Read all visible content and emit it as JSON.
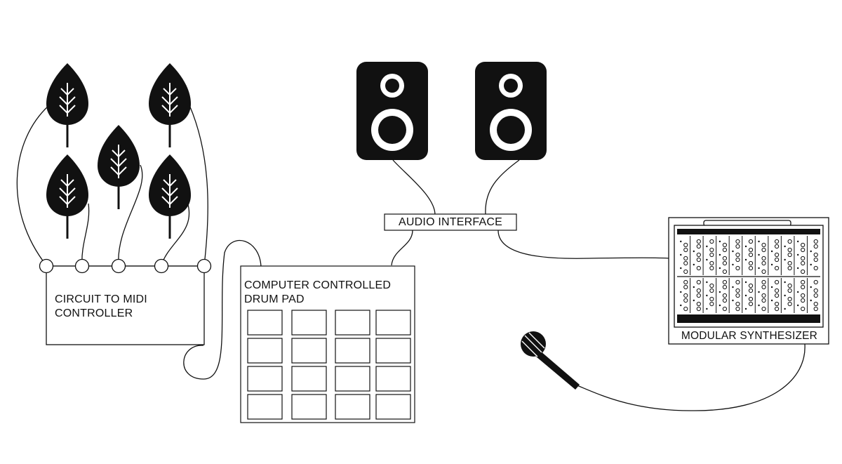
{
  "diagram": {
    "labels": {
      "circuit_to_midi": "CIRCUIT TO MIDI\nCONTROLLER",
      "drum_pad": "COMPUTER CONTROLLED\nDRUM PAD",
      "audio_interface": "AUDIO INTERFACE",
      "modular_synth": "MODULAR SYNTHESIZER"
    },
    "icons": {
      "plant": "leaf-icon",
      "speaker": "speaker-icon",
      "microphone": "microphone-icon",
      "synth": "modular-synthesizer-icon"
    },
    "colors": {
      "ink": "#111111",
      "background": "#ffffff"
    },
    "drum_pad_grid": {
      "rows": 4,
      "cols": 4
    }
  }
}
